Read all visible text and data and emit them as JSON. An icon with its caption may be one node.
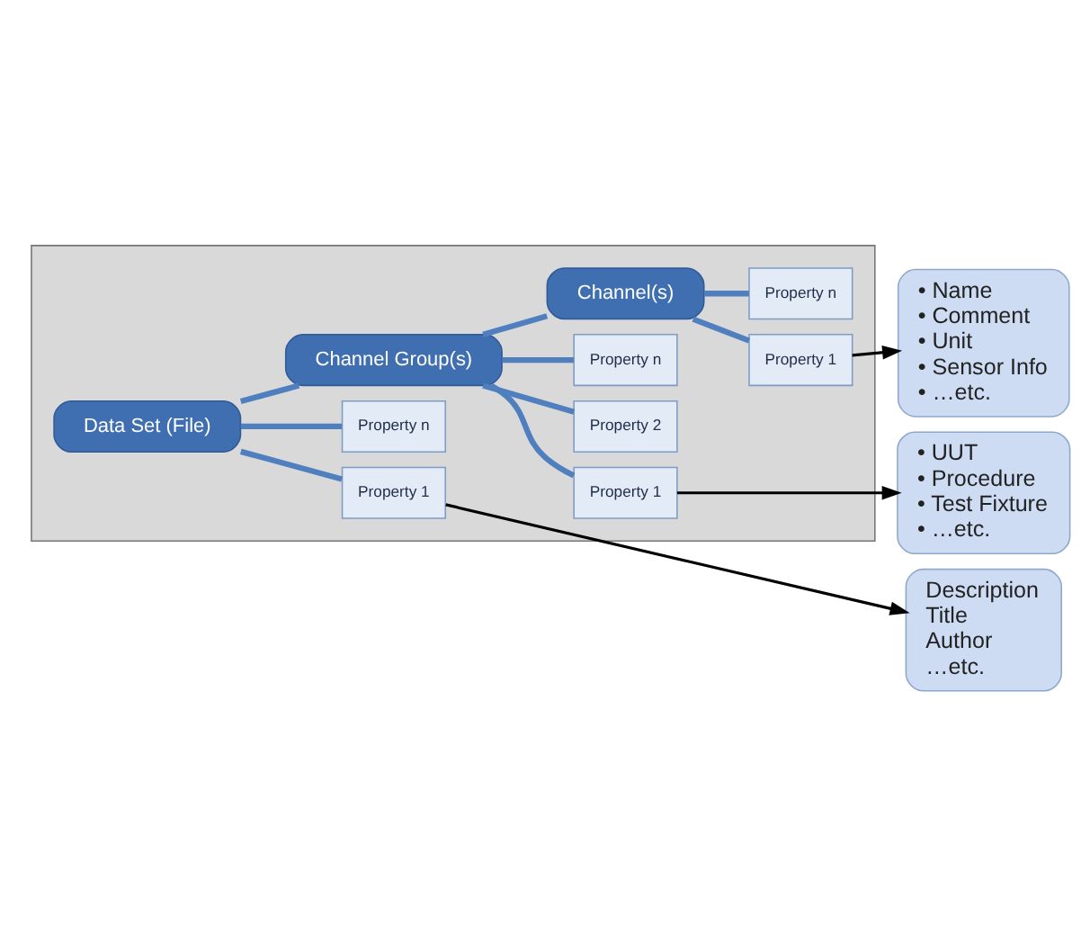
{
  "diagram": {
    "nodes": [
      {
        "text": [],
        "shape": "page"
      },
      {
        "text": [
          "Data Set (File)"
        ],
        "in": 0
      },
      {
        "text": [
          "Property 1"
        ],
        "in": 0
      },
      {
        "text": [
          "Property n"
        ],
        "in": 0
      },
      {
        "text": [
          "Channel Group(s)"
        ],
        "in": 0
      },
      {
        "text": [
          "Property 1"
        ],
        "in": 0
      },
      {
        "text": [
          "Property 2"
        ],
        "in": 0
      },
      {
        "text": [
          "Property n"
        ],
        "in": 0
      },
      {
        "text": [
          "Channel(s)"
        ],
        "in": 0
      },
      {
        "text": [
          "Property 1"
        ],
        "in": 0
      },
      {
        "text": [
          "Property n"
        ],
        "in": 0
      },
      {
        "text": [
          "Description",
          "Title",
          "Author",
          "…etc."
        ]
      },
      {
        "text": [
          "• UUT",
          "• Procedure",
          "• Test Fixture",
          "• …etc."
        ]
      },
      {
        "text": [
          "• Name",
          "• Comment",
          "• Unit",
          "• Sensor Info",
          "• …etc."
        ]
      }
    ],
    "edges": [
      {
        "from": 1,
        "to": 2,
        "arrow": "none"
      },
      {
        "from": 1,
        "to": 3,
        "arrow": "none"
      },
      {
        "from": 1,
        "to": 4,
        "arrow": "none"
      },
      {
        "from": 4,
        "to": 5,
        "arrow": "none"
      },
      {
        "from": 4,
        "to": 6,
        "arrow": "none"
      },
      {
        "from": 4,
        "to": 7,
        "arrow": "none"
      },
      {
        "from": 4,
        "to": 8,
        "arrow": "none"
      },
      {
        "from": 8,
        "to": 9,
        "arrow": "none"
      },
      {
        "from": 8,
        "to": 10,
        "arrow": "none"
      },
      {
        "from": 2,
        "to": 11,
        "arrow": "to",
        "color": "#000000"
      },
      {
        "from": 5,
        "to": 12,
        "arrow": "to",
        "color": "#000000"
      },
      {
        "from": 9,
        "to": 13,
        "arrow": "to",
        "color": "#000000"
      }
    ]
  }
}
